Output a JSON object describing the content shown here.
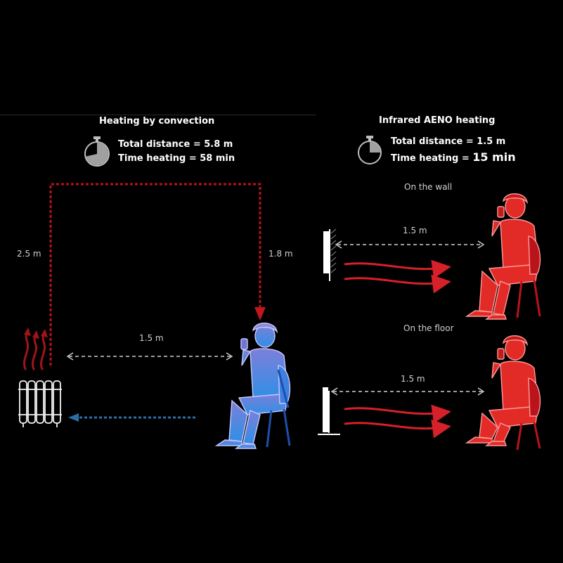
{
  "convection": {
    "title": "Heating by convection",
    "total_distance": "Total distance = 5.8 m",
    "time_heating": "Time heating = 58 min",
    "height_label": "2.5 m",
    "drop_label": "1.8 m",
    "horizontal_label": "1.5 m"
  },
  "infrared": {
    "title": "Infrared AENO heating",
    "total_distance": "Total distance = 1.5 m",
    "time_heating_prefix": "Time heating =",
    "time_heating_value": "15 min",
    "wall_label": "On the wall",
    "wall_distance": "1.5 m",
    "floor_label": "On the floor",
    "floor_distance": "1.5 m"
  },
  "colors": {
    "background": "#000000",
    "warm_red": "#e0262b",
    "cool_blue": "#2a6fa8",
    "dashed_red": "#b8121a"
  },
  "icons": [
    "stopwatch-icon",
    "radiator-icon",
    "heat-waves-icon",
    "infrared-panel-icon",
    "person-icon"
  ]
}
